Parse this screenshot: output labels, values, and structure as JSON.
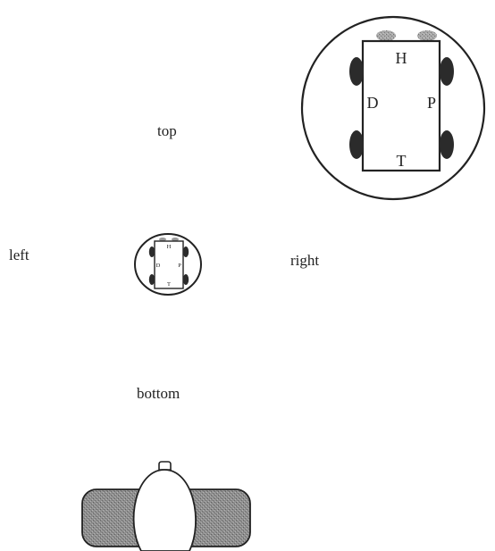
{
  "views": {
    "top": "top",
    "left": "left",
    "right": "right",
    "bottom": "bottom"
  },
  "large_view": {
    "front": "H",
    "back": "T",
    "left_side": "D",
    "right_side": "P"
  },
  "small_view": {
    "front": "H",
    "back": "T",
    "left_side": "D",
    "right_side": "P"
  },
  "colors": {
    "ink": "#222222",
    "wheel": "#2b2b2b",
    "sensor": "#9a9a9a",
    "body_shade": "#8f8f8f"
  }
}
